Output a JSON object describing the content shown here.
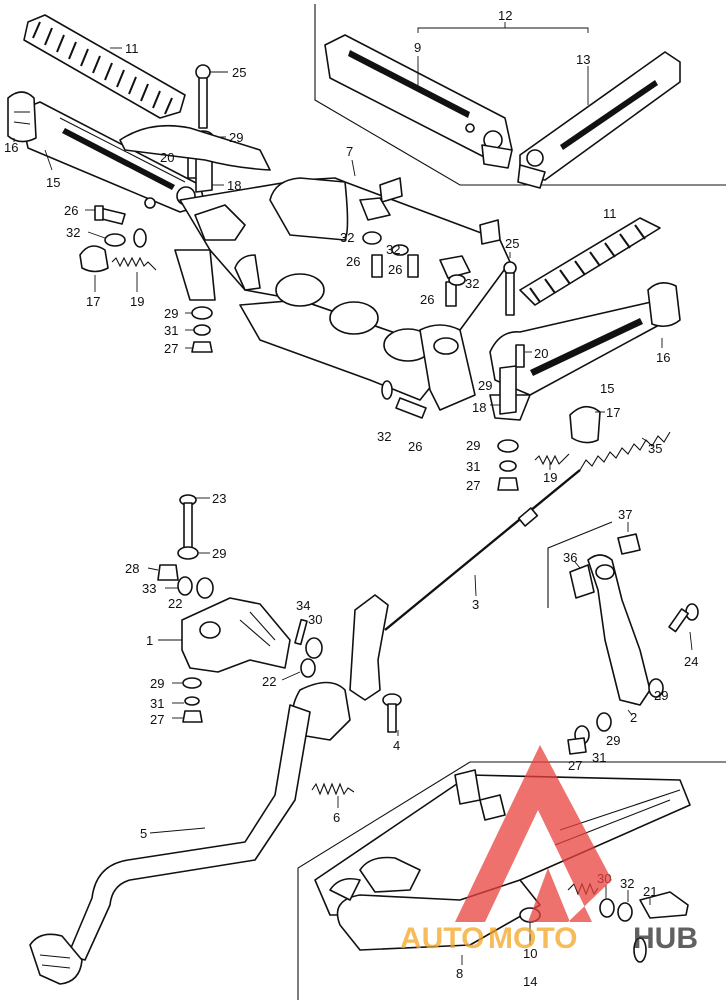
{
  "callouts": {
    "c1": "1",
    "c2": "2",
    "c3": "3",
    "c4": "4",
    "c5": "5",
    "c6": "6",
    "c7": "7",
    "c8": "8",
    "c9": "9",
    "c10": "10",
    "c11a": "11",
    "c11b": "11",
    "c12": "12",
    "c13": "13",
    "c14": "14",
    "c15a": "15",
    "c15b": "15",
    "c16a": "16",
    "c16b": "16",
    "c17a": "17",
    "c17b": "17",
    "c18a": "18",
    "c18b": "18",
    "c19a": "19",
    "c19b": "19",
    "c20a": "20",
    "c20b": "20",
    "c21": "21",
    "c22a": "22",
    "c22b": "22",
    "c23": "23",
    "c24": "24",
    "c25a": "25",
    "c25b": "25",
    "c26a": "26",
    "c26b": "26",
    "c26c": "26",
    "c26d": "26",
    "c26e": "26",
    "c27a": "27",
    "c27b": "27",
    "c27c": "27",
    "c27d": "27",
    "c28": "28",
    "c29a": "29",
    "c29b": "29",
    "c29c": "29",
    "c29d": "29",
    "c29e": "29",
    "c29f": "29",
    "c29g": "29",
    "c29h": "29",
    "c30a": "30",
    "c30b": "30",
    "c31a": "31",
    "c31b": "31",
    "c31c": "31",
    "c31d": "31",
    "c32a": "32",
    "c32b": "32",
    "c32c": "32",
    "c32d": "32",
    "c32e": "32",
    "c32f": "32",
    "c33": "33",
    "c34": "34",
    "c35": "35",
    "c36": "36",
    "c37": "37"
  },
  "watermark": {
    "part1": "AUTO",
    "part2": "MOTO",
    "part3": "HUB",
    "color_red": "#e8423c",
    "color_orange": "#f5a623",
    "color_dark": "#2b2b2b"
  }
}
